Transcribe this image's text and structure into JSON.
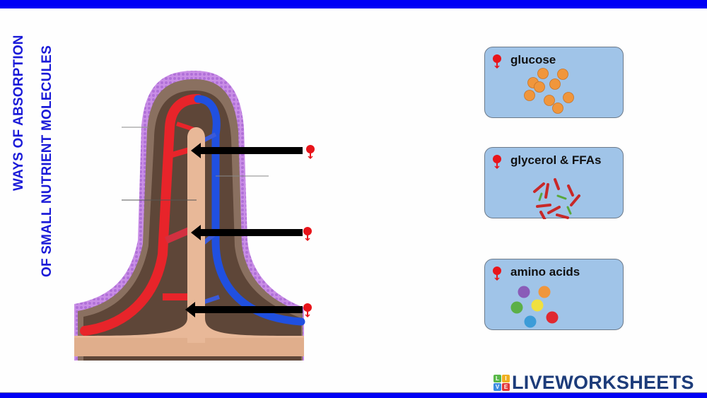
{
  "title": {
    "line1": "WAYS OF ABSORPTION",
    "line2": "OF SMALL NUTRIENT MOLECULES"
  },
  "colors": {
    "bars": "#0000f5",
    "title": "#1a1ad8",
    "card_bg": "#a0c4e8",
    "pin": "#e8141a"
  },
  "diagram": {
    "description": "villus cross-section with arteriole, venule and central lacteal",
    "arrows": [
      {
        "id": "arrow-1",
        "direction": "left"
      },
      {
        "id": "arrow-2",
        "direction": "left"
      },
      {
        "id": "arrow-3",
        "direction": "left"
      }
    ],
    "drop_targets": [
      {
        "id": "drop-target-1",
        "icon": "pin-icon"
      },
      {
        "id": "drop-target-2",
        "icon": "pin-icon"
      },
      {
        "id": "drop-target-3",
        "icon": "pin-icon"
      }
    ]
  },
  "cards": [
    {
      "label": "glucose",
      "icon": "pin-icon",
      "molecules": "orange-spheres"
    },
    {
      "label": "glycerol & FFAs",
      "icon": "pin-icon",
      "molecules": "red-green-rods"
    },
    {
      "label": "amino acids",
      "icon": "pin-icon",
      "molecules": "multicolor-spheres"
    }
  ],
  "logo": {
    "blocks": [
      "L",
      "I",
      "V",
      "E"
    ],
    "text": "LIVEWORKSHEETS"
  }
}
